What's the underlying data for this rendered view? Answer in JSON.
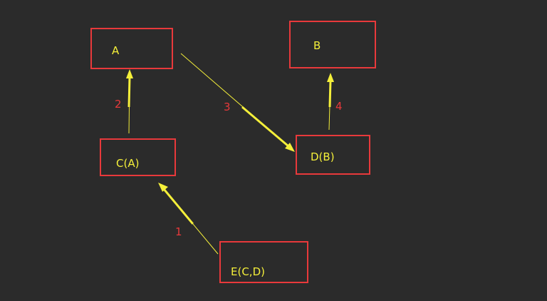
{
  "diagram": {
    "nodes": {
      "a": {
        "label": "A"
      },
      "b": {
        "label": "B"
      },
      "c": {
        "label": "C(A)"
      },
      "d": {
        "label": "D(B)"
      },
      "e": {
        "label": "E(C,D)"
      }
    },
    "steps": [
      "1",
      "2",
      "3",
      "4"
    ],
    "colors": {
      "background": "#2b2b2b",
      "box_border": "#e8393b",
      "node_text": "#f4ef3a",
      "step_text": "#e8393b",
      "arrow": "#f4ef3a"
    }
  }
}
